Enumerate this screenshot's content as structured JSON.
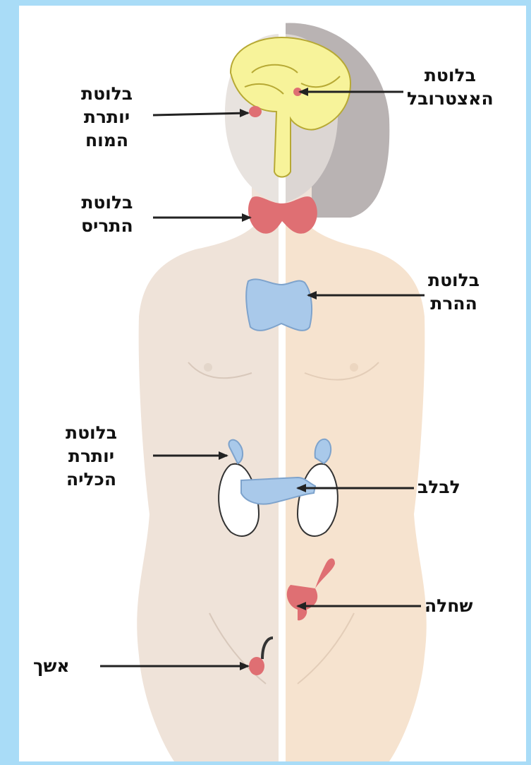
{
  "diagram": {
    "labels": {
      "pineal": {
        "lines": [
          "בלוטת",
          "האצטרובל"
        ]
      },
      "pituitary": {
        "lines": [
          "בלוטת",
          "יותרת",
          "המוח"
        ]
      },
      "thyroid": {
        "lines": [
          "בלוטת",
          "התריס"
        ]
      },
      "thymus": {
        "lines": [
          "בלוטת",
          "ההרת"
        ]
      },
      "adrenal": {
        "lines": [
          "בלוטת",
          "יותרת",
          "הכליה"
        ]
      },
      "pancreas": {
        "lines": [
          "לבלב"
        ]
      },
      "ovary": {
        "lines": [
          "שחלה"
        ]
      },
      "testis": {
        "lines": [
          "אשך"
        ]
      }
    },
    "colors": {
      "background": "#a9dcf7",
      "panel": "#ffffff",
      "body_left": "#efe3d9",
      "body_right": "#f6e3cf",
      "hair": "#b9b3b3",
      "brain": "#f7f39a",
      "gland_red": "#df6f73",
      "gland_blue": "#a9c9ea",
      "pointer": "#222222"
    }
  }
}
